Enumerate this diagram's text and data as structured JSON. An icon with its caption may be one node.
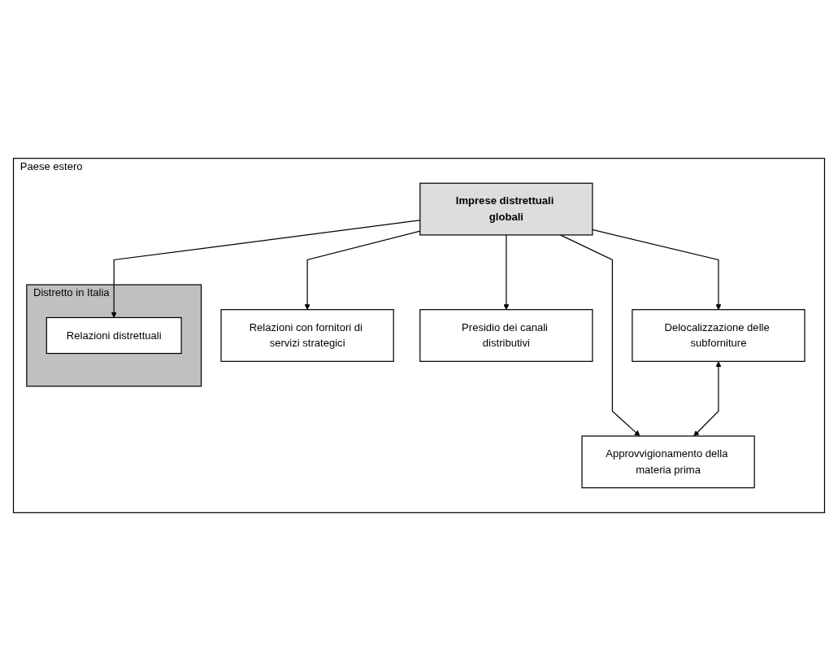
{
  "diagram": {
    "nodes": [
      {
        "text": [
          "Paese estero"
        ]
      },
      {
        "text": [
          "Distretto in Italia"
        ],
        "in": 0
      },
      {
        "text": [
          "Relazioni distrettuali"
        ],
        "in": 1
      },
      {
        "text": [
          "Imprese distrettuali globali"
        ],
        "in": 0
      },
      {
        "text": [
          "Relazioni con fornitori di servizi strategici"
        ],
        "in": 0
      },
      {
        "text": [
          "Presidio dei canali distributivi"
        ],
        "in": 0
      },
      {
        "text": [
          "Delocalizzazione delle subforniture"
        ],
        "in": 0
      },
      {
        "text": [
          "Approvvigionamento della materia prima"
        ],
        "in": 0
      }
    ],
    "edges": [
      {
        "from": 3,
        "to": 2,
        "arrow": "to"
      },
      {
        "from": 3,
        "to": 4,
        "arrow": "to"
      },
      {
        "from": 3,
        "to": 6,
        "arrow": "to"
      },
      {
        "from": 3,
        "to": 7,
        "arrow": "to"
      },
      {
        "from": 3,
        "to": 5,
        "arrow": "to"
      },
      {
        "from": 6,
        "to": 7,
        "arrow": "both"
      }
    ]
  }
}
